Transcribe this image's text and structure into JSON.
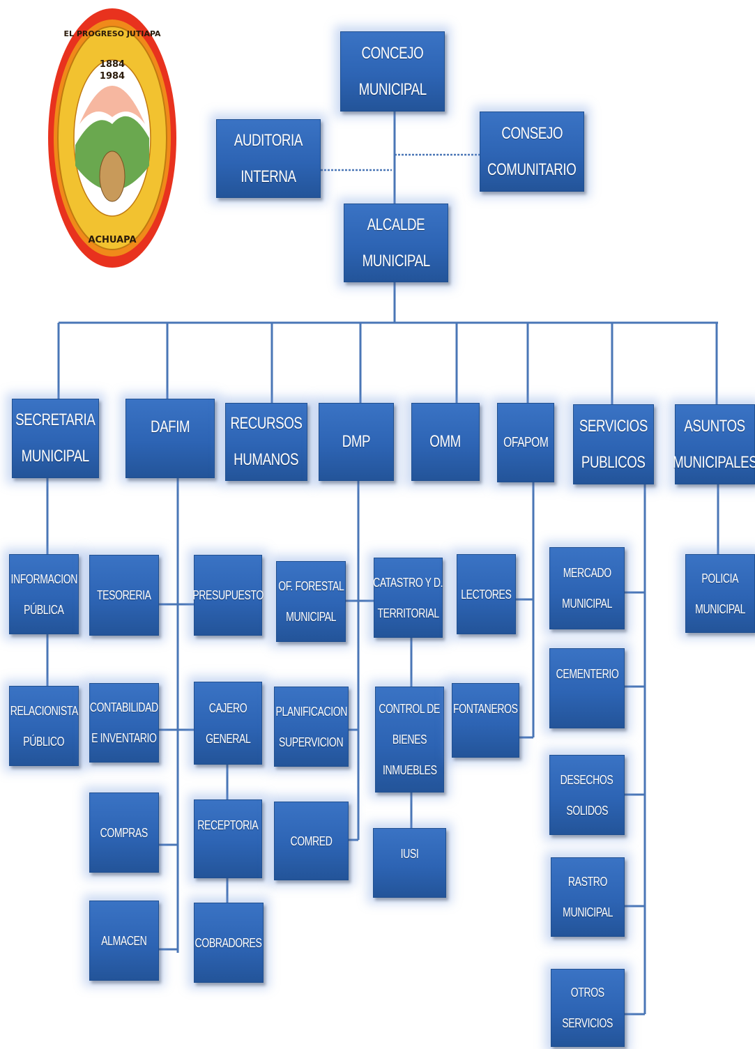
{
  "logo": {
    "text_top": "EL PROGRESO JUTIAPA",
    "text_bottom": "ACHUAPA",
    "year_founded": "1884",
    "year_anniversary": "1984",
    "colors": {
      "ring": "#f2c230",
      "teeth": "#e8321e",
      "inner": "#ffffff"
    }
  },
  "nodes": {
    "concejo": [
      "CONCEJO",
      "MUNICIPAL"
    ],
    "auditoria": [
      "AUDITORIA",
      "INTERNA"
    ],
    "consejo": [
      "CONSEJO",
      "COMUNITARIO"
    ],
    "alcalde": [
      "ALCALDE",
      "MUNICIPAL"
    ],
    "secretaria": [
      "SECRETARIA",
      "MUNICIPAL"
    ],
    "dafim": [
      "DAFIM"
    ],
    "rrhh": [
      "RECURSOS",
      "HUMANOS"
    ],
    "dmp": [
      "DMP"
    ],
    "omm": [
      "OMM"
    ],
    "ofapom": [
      "OFAPOM"
    ],
    "servicios": [
      "SERVICIOS",
      "PUBLICOS"
    ],
    "asuntos": [
      "ASUNTOS",
      "MUNICIPALES"
    ],
    "info_publica": [
      "INFORMACION",
      "PÚBLICA"
    ],
    "relacionista": [
      "RELACIONISTA",
      "PÚBLICO"
    ],
    "tesoreria": [
      "TESORERIA"
    ],
    "contabilidad": [
      "CONTABILIDAD",
      "E INVENTARIO"
    ],
    "compras": [
      "COMPRAS"
    ],
    "almacen": [
      "ALMACEN"
    ],
    "presupuesto": [
      "PRESUPUESTO"
    ],
    "cajero": [
      "CAJERO",
      "GENERAL"
    ],
    "receptoria": [
      "RECEPTORIA"
    ],
    "cobradores": [
      "COBRADORES"
    ],
    "forestal": [
      "OF. FORESTAL",
      "MUNICIPAL"
    ],
    "planificacion": [
      "PLANIFICACION",
      "SUPERVICION"
    ],
    "comred": [
      "COMRED"
    ],
    "catastro": [
      "CATASTRO Y D.",
      "TERRITORIAL"
    ],
    "control_bienes": [
      "CONTROL DE",
      "BIENES",
      "INMUEBLES"
    ],
    "iusi": [
      "IUSI"
    ],
    "lectores": [
      "LECTORES"
    ],
    "fontaneros": [
      "FONTANEROS"
    ],
    "mercado": [
      "MERCADO",
      "MUNICIPAL"
    ],
    "cementerio": [
      "CEMENTERIO"
    ],
    "desechos": [
      "DESECHOS",
      "SOLIDOS"
    ],
    "rastro": [
      "RASTRO",
      "MUNICIPAL"
    ],
    "otros": [
      "OTROS",
      "SERVICIOS"
    ],
    "policia": [
      "POLICIA",
      "MUNICIPAL"
    ]
  },
  "colors": {
    "box": "#2d64b4",
    "line": "#4a76b6",
    "text": "#ffffff"
  }
}
